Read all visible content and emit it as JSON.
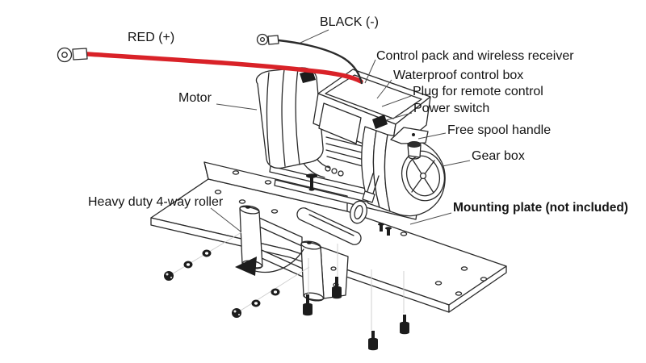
{
  "callouts": {
    "red_positive": "RED (+)",
    "black_negative": "BLACK (-)",
    "control_pack": "Control pack and wireless receiver",
    "waterproof_box": "Waterproof control box",
    "plug_remote": "Plug for remote control",
    "power_switch": "Power switch",
    "free_spool": "Free spool handle",
    "gear_box": "Gear box",
    "motor": "Motor",
    "roller": "Heavy duty 4-way roller",
    "mounting_plate": "Mounting plate (not included)"
  },
  "colors": {
    "cable_positive": "#d92228",
    "cable_negative": "#2b2b2b",
    "line_art": "#2a2a2a",
    "background": "#ffffff"
  }
}
